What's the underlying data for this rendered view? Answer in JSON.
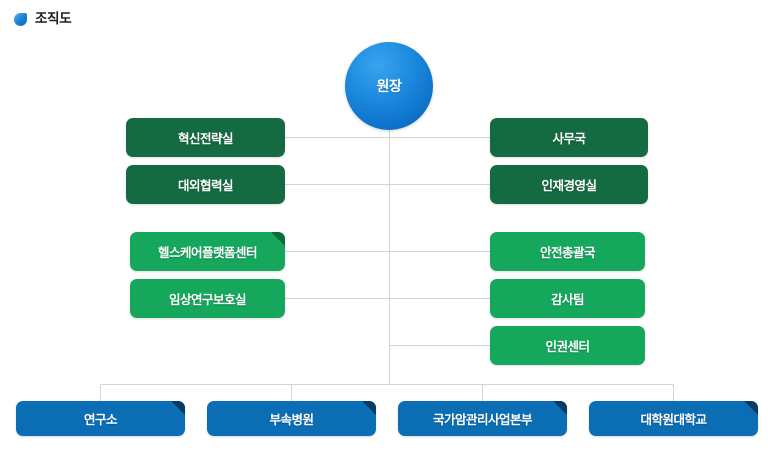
{
  "page": {
    "title": "조직도",
    "icon": "leaf-badge-icon",
    "background_color": "#ffffff"
  },
  "colors": {
    "accent_blue": "#0b6eb4",
    "root_blue": "#1d8ce0",
    "green_dark": "#146b42",
    "green_bright": "#15a75c",
    "corner_green_dark": "#0b4f30",
    "corner_green_bright": "#0c6b3a",
    "corner_blue": "#093b63",
    "connector_line": "#cfd6d8",
    "text_on_fill": "#ffffff",
    "heading_text": "#1d1d1d"
  },
  "chart_data": {
    "type": "org-chart",
    "title": "조직도",
    "root": {
      "label": "원장",
      "shape": "circle",
      "color": "#1d8ce0"
    },
    "left_column": [
      {
        "label": "혁신전략실",
        "color": "#146b42",
        "style": "green-dark",
        "corner": false
      },
      {
        "label": "대외협력실",
        "color": "#146b42",
        "style": "green-dark",
        "corner": false
      },
      {
        "label": "헬스케어플랫폼센터",
        "color": "#15a75c",
        "style": "green-bright",
        "corner": true
      },
      {
        "label": "임상연구보호실",
        "color": "#15a75c",
        "style": "green-bright",
        "corner": false
      }
    ],
    "right_column": [
      {
        "label": "사무국",
        "color": "#146b42",
        "style": "green-dark",
        "corner": false
      },
      {
        "label": "인재경영실",
        "color": "#146b42",
        "style": "green-dark",
        "corner": false
      },
      {
        "label": "안전총괄국",
        "color": "#15a75c",
        "style": "green-bright",
        "corner": false
      },
      {
        "label": "감사팀",
        "color": "#15a75c",
        "style": "green-bright",
        "corner": false
      },
      {
        "label": "인권센터",
        "color": "#15a75c",
        "style": "green-bright",
        "corner": false
      }
    ],
    "bottom_row": [
      {
        "label": "연구소",
        "color": "#0b6eb4",
        "style": "blue",
        "corner": true
      },
      {
        "label": "부속병원",
        "color": "#0b6eb4",
        "style": "blue",
        "corner": true
      },
      {
        "label": "국가암관리사업본부",
        "color": "#0b6eb4",
        "style": "blue",
        "corner": true
      },
      {
        "label": "대학원대학교",
        "color": "#0b6eb4",
        "style": "blue",
        "corner": true
      }
    ]
  }
}
